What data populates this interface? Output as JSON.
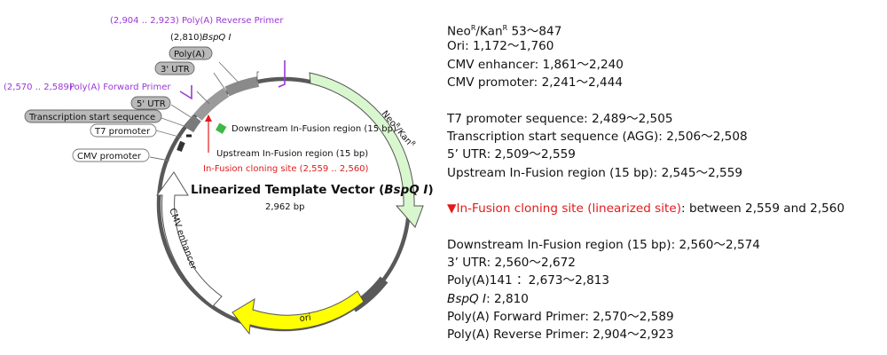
{
  "map": {
    "title_prefix": "Linearized Template Vector (",
    "title_enzyme": "BspQ I",
    "title_suffix": ")",
    "size": "2,962 bp",
    "features": {
      "neo": "Neo",
      "neo_sup": "R",
      "kan": "/Kan",
      "kan_sup": "R",
      "ori": "ori",
      "cmv_enhancer": "CMV enhancer"
    },
    "labels": {
      "polya_reverse_coords": "(2,904 .. 2,923)",
      "polya_reverse": "Poly(A) Reverse Primer",
      "bspqi_coord": "(2,810)",
      "bspqi_name": "BspQ I",
      "polya": "Poly(A)",
      "utr3": "3' UTR",
      "polya_forward_coords": "(2,570 .. 2,589)",
      "polya_forward": "Poly(A) Forward Primer",
      "utr5": "5' UTR",
      "tss": "Transcription start sequence",
      "t7": "T7 promoter",
      "cmv_promoter": "CMV promoter",
      "downstream": "Downstream In-Fusion region (15 bp)",
      "upstream": "Upstream In-Fusion region (15 bp)",
      "cloning_site": "In-Fusion cloning site (2,559 .. 2,560)"
    },
    "colors": {
      "backbone": "#595959",
      "neo_fill": "#d9f7cf",
      "ori_fill": "#ffff00",
      "gray_feature": "#8a8a8a",
      "purple": "#9b38d6",
      "red": "#e31a1a",
      "green_box": "#3cb846"
    }
  },
  "legend": {
    "neo_a": "Neo",
    "neo_sup": "R",
    "neo_b": "/Kan",
    "neo_sup2": "R",
    "neo_range": " 53～847",
    "ori": "Ori: 1,172～1,760",
    "cmv_enhancer": "CMV enhancer: 1,861～2,240",
    "cmv_promoter": "CMV promoter: 2,241～2,444",
    "t7": "T7 promoter sequence: 2,489～2,505",
    "tss": "Transcription start sequence (AGG): 2,506～2,508",
    "utr5": "5’ UTR: 2,509～2,559",
    "upstream": "Upstream In-Fusion region (15 bp): 2,545～2,559",
    "site_marker": "▼",
    "site_red": "In-Fusion cloning site (linearized site)",
    "site_rest": ": between 2,559 and 2,560",
    "downstream": "Downstream In-Fusion region (15 bp): 2,560～2,574",
    "utr3": "3’ UTR: 2,560～2,672",
    "polya141": "Poly(A)141 ：2,673～2,813",
    "bspqi_name": "BspQ I",
    "bspqi_pos": ": 2,810",
    "polya_fwd": "Poly(A) Forward Primer: 2,570～2,589",
    "polya_rev": "Poly(A) Reverse Primer: 2,904～2,923"
  }
}
